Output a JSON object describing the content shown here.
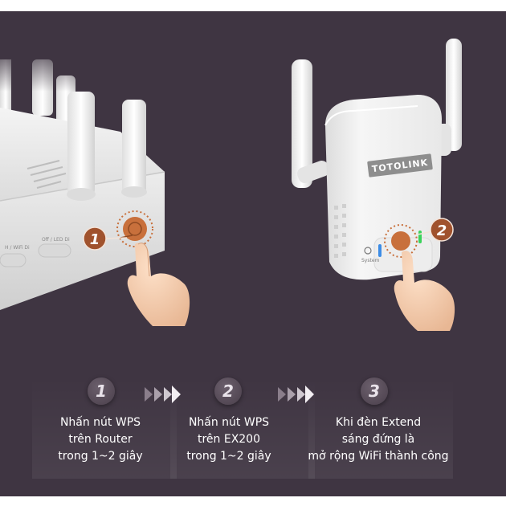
{
  "brand": {
    "logo_text": "TOTOLINK"
  },
  "callouts": [
    {
      "number": "1"
    },
    {
      "number": "2"
    }
  ],
  "device_labels": {
    "router_port_left": "H / WiFi Di",
    "router_port_right": "Off / LED Di",
    "extender_status": "System"
  },
  "steps": [
    {
      "number": "1",
      "lines": [
        "Nhấn nút WPS",
        "trên Router",
        "trong 1~2 giây"
      ]
    },
    {
      "number": "2",
      "lines": [
        "Nhấn nút WPS",
        "trên EX200",
        "trong 1~2 giây"
      ]
    },
    {
      "number": "3",
      "lines": [
        "Khi đèn Extend",
        "sáng đứng là",
        "mở rộng WiFi thành công"
      ]
    }
  ],
  "colors": {
    "background": "#3f3542",
    "callout_fill": "#a0522d",
    "wps_button": "#c8703c",
    "led_green": "#3ad35a",
    "led_blue": "#3c8ce6"
  }
}
